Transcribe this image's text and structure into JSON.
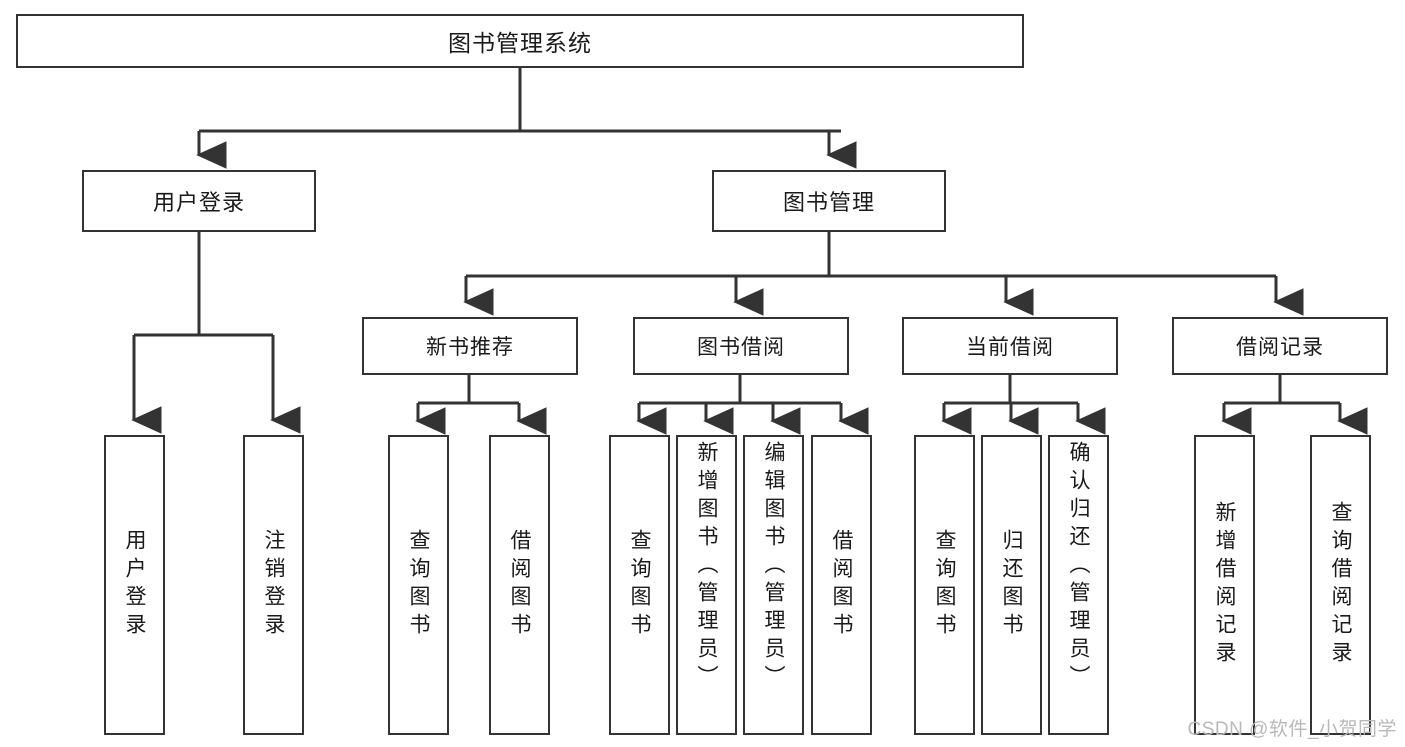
{
  "diagram": {
    "title": "图书管理系统",
    "type": "tree-structure-chart",
    "root": {
      "label": "图书管理系统"
    },
    "level2": [
      {
        "id": "user-login",
        "label": "用户登录"
      },
      {
        "id": "book-manage",
        "label": "图书管理"
      }
    ],
    "level3": [
      {
        "id": "new-book-recommend",
        "label": "新书推荐"
      },
      {
        "id": "book-borrow",
        "label": "图书借阅"
      },
      {
        "id": "current-borrow",
        "label": "当前借阅"
      },
      {
        "id": "borrow-record",
        "label": "借阅记录"
      }
    ],
    "leaves": {
      "user_login": [
        {
          "id": "leaf-user-login",
          "label": "用户登录"
        },
        {
          "id": "leaf-logout-login",
          "label": "注销登录"
        }
      ],
      "new_book_recommend": [
        {
          "id": "leaf-query-book-1",
          "label": "查询图书"
        },
        {
          "id": "leaf-borrow-book-1",
          "label": "借阅图书"
        }
      ],
      "book_borrow": [
        {
          "id": "leaf-query-book-2",
          "label": "查询图书"
        },
        {
          "id": "leaf-add-book",
          "label": "新增图书（管理员）"
        },
        {
          "id": "leaf-edit-book",
          "label": "编辑图书（管理员）"
        },
        {
          "id": "leaf-borrow-book-2",
          "label": "借阅图书"
        }
      ],
      "current_borrow": [
        {
          "id": "leaf-query-book-3",
          "label": "查询图书"
        },
        {
          "id": "leaf-return-book",
          "label": "归还图书"
        },
        {
          "id": "leaf-confirm-return",
          "label": "确认归还（管理员）"
        }
      ],
      "borrow_record": [
        {
          "id": "leaf-add-record",
          "label": "新增借阅记录"
        },
        {
          "id": "leaf-query-record",
          "label": "查询借阅记录"
        }
      ]
    }
  },
  "watermark": {
    "text": "CSDN @软件_小贺同学"
  },
  "colors": {
    "stroke": "#333333",
    "background": "#ffffff",
    "text": "#1a1a1a",
    "watermark": "#b9b9b9"
  }
}
